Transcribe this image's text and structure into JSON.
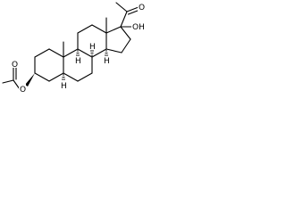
{
  "structure": {
    "labels": {
      "acetyl_oxygen": "O",
      "ester_oxygen": "O",
      "ester_carbonyl_oxygen": "O",
      "hydroxyl": "OH",
      "h_c5": "H",
      "h_c8": "H",
      "h_c9": "H",
      "h_c14": "H"
    },
    "bond_color": "#000000",
    "background": "#ffffff"
  }
}
